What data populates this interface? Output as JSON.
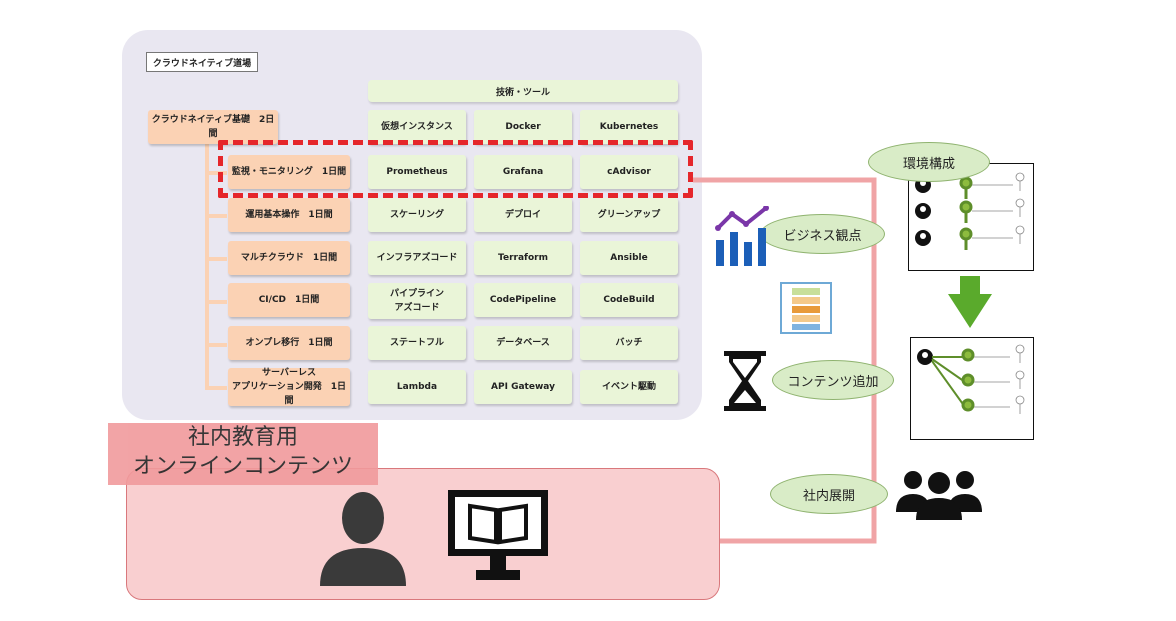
{
  "panel": {
    "dojo_label": "クラウドネイティブ道場",
    "tech_header": "技術・ツール",
    "categories": [
      {
        "label": "クラウドネイティブ基礎　2日間",
        "tools": [
          "仮想インスタンス",
          "Docker",
          "Kubernetes"
        ]
      },
      {
        "label": "監視・モニタリング　1日間",
        "tools": [
          "Prometheus",
          "Grafana",
          "cAdvisor"
        ]
      },
      {
        "label": "運用基本操作　1日間",
        "tools": [
          "スケーリング",
          "デプロイ",
          "グリーンアップ"
        ]
      },
      {
        "label": "マルチクラウド　1日間",
        "tools": [
          "インフラアズコード",
          "Terraform",
          "Ansible"
        ]
      },
      {
        "label": "CI/CD　1日間",
        "tools": [
          "パイプライン\nアズコード",
          "CodePipeline",
          "CodeBuild"
        ]
      },
      {
        "label": "オンプレ移行　1日間",
        "tools": [
          "ステートフル",
          "データベース",
          "バッチ"
        ]
      },
      {
        "label": "サーバーレス\nアプリケーション開発　1日間",
        "tools": [
          "Lambda",
          "API Gateway",
          "イベント駆動"
        ]
      }
    ]
  },
  "online": {
    "label_line1": "社内教育用",
    "label_line2": "オンラインコンテンツ"
  },
  "bubbles": {
    "env": "環境構成",
    "business": "ビジネス観点",
    "content": "コンテンツ追加",
    "deploy": "社内展開"
  },
  "colors": {
    "accent_red": "#e5262b",
    "flow_pink": "#f0a4a6",
    "arrow_green": "#5aaa2c",
    "bubble_green": "#d9ecc7",
    "tool_green": "#eaf5d8",
    "category_orange": "#fbd2b4",
    "panel_lavender": "#e9e7f1"
  }
}
